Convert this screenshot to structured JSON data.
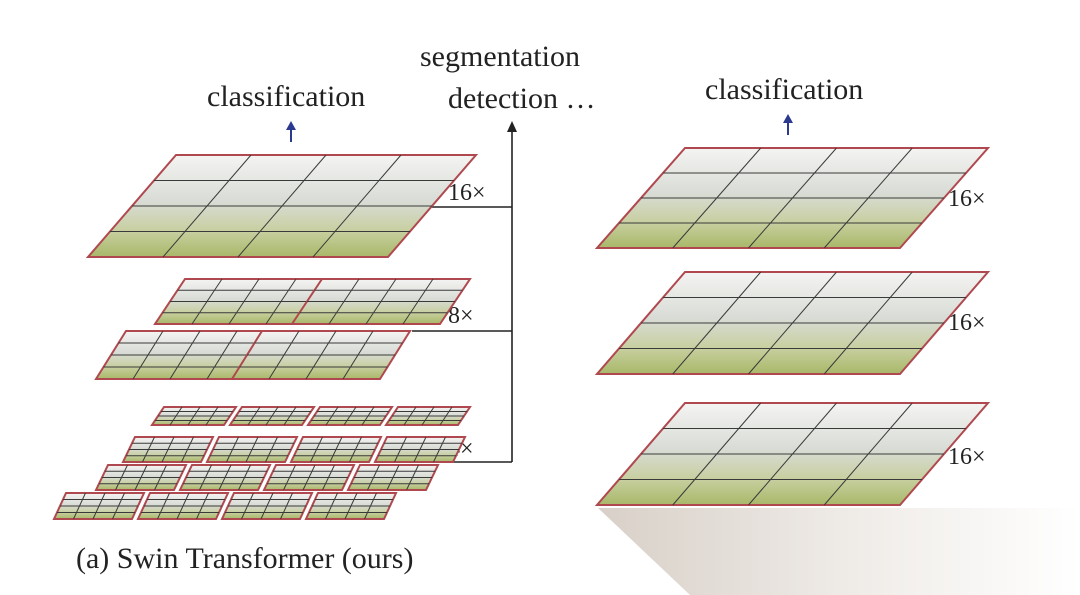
{
  "left_panel": {
    "top_label": "classification",
    "side_labels": [
      "segmentation",
      "detection …"
    ],
    "multipliers": [
      "16×",
      "8×",
      "4×"
    ],
    "caption": "(a) Swin Transformer (ours)"
  },
  "right_panel": {
    "top_label": "classification",
    "multipliers": [
      "16×",
      "16×",
      "16×"
    ]
  },
  "colors": {
    "border": "#b0494f",
    "grid": "#3a3a3a",
    "arrow_blue": "#2b3a8f",
    "text": "#222222"
  }
}
